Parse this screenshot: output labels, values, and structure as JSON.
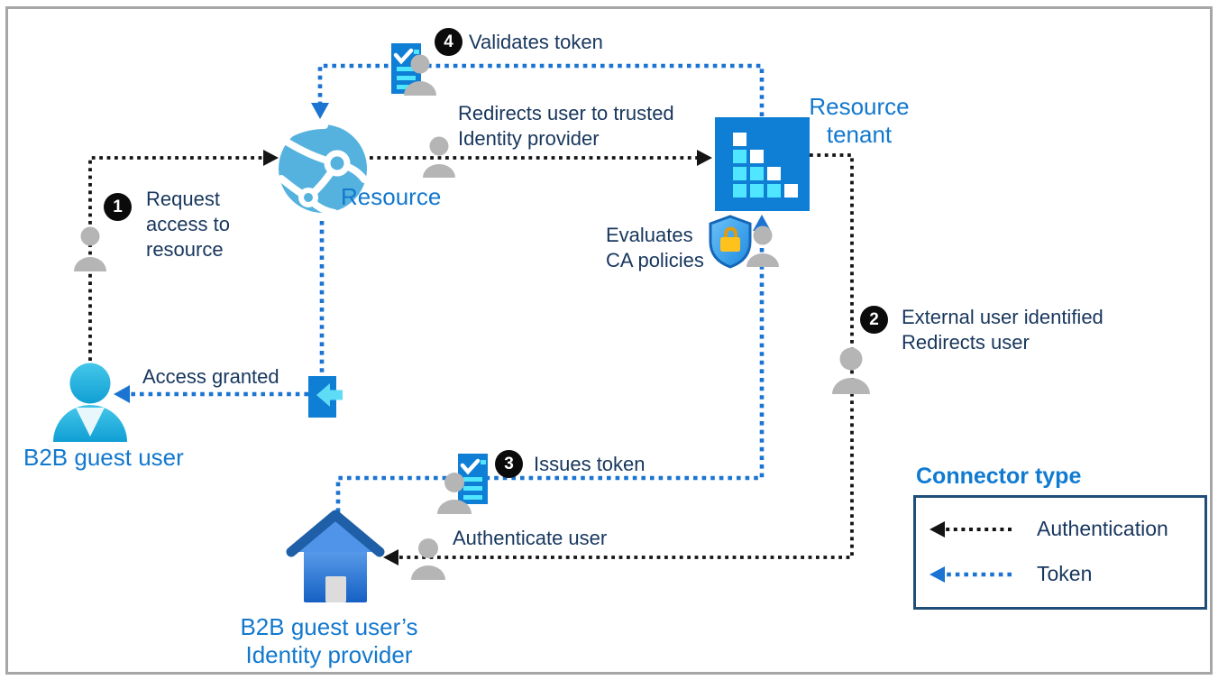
{
  "nodes": {
    "b2b_guest_user": "B2B guest user",
    "resource": "Resource",
    "resource_tenant": "Resource\ntenant",
    "identity_provider": "B2B guest user’s\nIdentity provider"
  },
  "steps": [
    {
      "num": "1",
      "text": "Request\naccess to\nresource"
    },
    {
      "num": "2",
      "text": "External user identified\nRedirects user"
    },
    {
      "num": "3",
      "text": "Issues token"
    },
    {
      "num": "4",
      "text": "Validates token"
    }
  ],
  "annotations": {
    "redirect": "Redirects user to trusted\nIdentity provider",
    "evaluate": "Evaluates\nCA policies",
    "access_granted": "Access granted",
    "authenticate": "Authenticate user"
  },
  "legend": {
    "title": "Connector type",
    "items": [
      {
        "label": "Authentication",
        "type": "authentication",
        "color": "#141414"
      },
      {
        "label": "Token",
        "type": "token",
        "color": "#1B74D1"
      }
    ]
  },
  "colors": {
    "label_blue": "#1278CE",
    "text_navy": "#17365D",
    "token_line_blue": "#1B74D1",
    "auth_line_black": "#141414",
    "globe_blue": "#55B2DE",
    "tile_blue": "#0F7FD6",
    "tile_cyan": "#50E6FF",
    "person_gray": "#B5B5B5",
    "guest_user_cyan": "#1FB0DE",
    "lock_gold": "#FFC21C",
    "frame_gray": "#A6A6A6"
  }
}
